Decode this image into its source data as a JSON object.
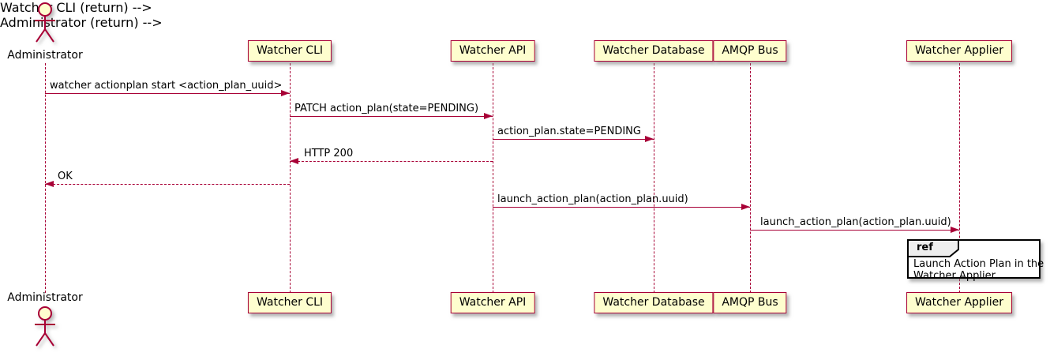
{
  "diagram": {
    "kind": "uml-sequence-diagram",
    "actor": {
      "name": "Administrator"
    },
    "participants": [
      {
        "name": "Watcher CLI"
      },
      {
        "name": "Watcher API"
      },
      {
        "name": "Watcher Database"
      },
      {
        "name": "AMQP Bus"
      },
      {
        "name": "Watcher Applier"
      }
    ],
    "messages": [
      {
        "from": "Administrator",
        "to": "Watcher CLI",
        "label": "watcher actionplan start <action_plan_uuid>",
        "line": "solid"
      },
      {
        "from": "Watcher CLI",
        "to": "Watcher API",
        "label": "PATCH action_plan(state=PENDING)",
        "line": "solid"
      },
      {
        "from": "Watcher API",
        "to": "Watcher Database",
        "label": "action_plan.state=PENDING",
        "line": "solid"
      },
      {
        "from": "Watcher API",
        "to": "Watcher CLI",
        "label": "HTTP 200",
        "line": "dashed"
      },
      {
        "from": "Watcher CLI",
        "to": "Administrator",
        "label": "OK",
        "line": "dashed"
      },
      {
        "from": "Watcher API",
        "to": "AMQP Bus",
        "label": "launch_action_plan(action_plan.uuid)",
        "line": "solid"
      },
      {
        "from": "AMQP Bus",
        "to": "Watcher Applier",
        "label": "launch_action_plan(action_plan.uuid)",
        "line": "solid"
      }
    ],
    "ref": {
      "keyword": "ref",
      "over": "Watcher Applier",
      "lines": [
        "Launch Action Plan in the",
        "Watcher Applier"
      ]
    },
    "colors": {
      "accent": "#A80036",
      "participant_fill": "#FEFECE",
      "ref_header_fill": "#EEEEEE",
      "ref_border": "#000000",
      "text": "#000000",
      "background": "#FFFFFF"
    }
  }
}
